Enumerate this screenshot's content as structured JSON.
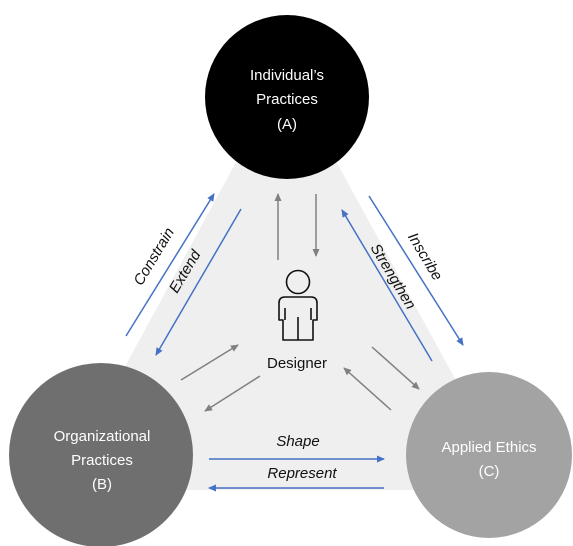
{
  "nodes": {
    "individual": {
      "line1": "Individual’s",
      "line2": "Practices",
      "line3": "(A)",
      "fill": "#000000",
      "text_color": "#ffffff"
    },
    "organizational": {
      "line1": "Organizational",
      "line2": "Practices",
      "line3": "(B)",
      "fill": "#6f6f6f",
      "text_color": "#ffffff"
    },
    "applied_ethics": {
      "line1": "Applied Ethics",
      "line2": "(C)",
      "fill": "#a3a3a3",
      "text_color": "#ffffff"
    }
  },
  "center": {
    "label": "Designer",
    "icon": "person-icon"
  },
  "edge_labels": {
    "constrain": "Constrain",
    "extend": "Extend",
    "inscribe": "Inscribe",
    "strengthen": "Strengthen",
    "shape": "Shape",
    "represent": "Represent"
  },
  "colors": {
    "triangle_fill": "#efefef",
    "blue_arrow": "#4472c4",
    "gray_arrow": "#808080"
  }
}
